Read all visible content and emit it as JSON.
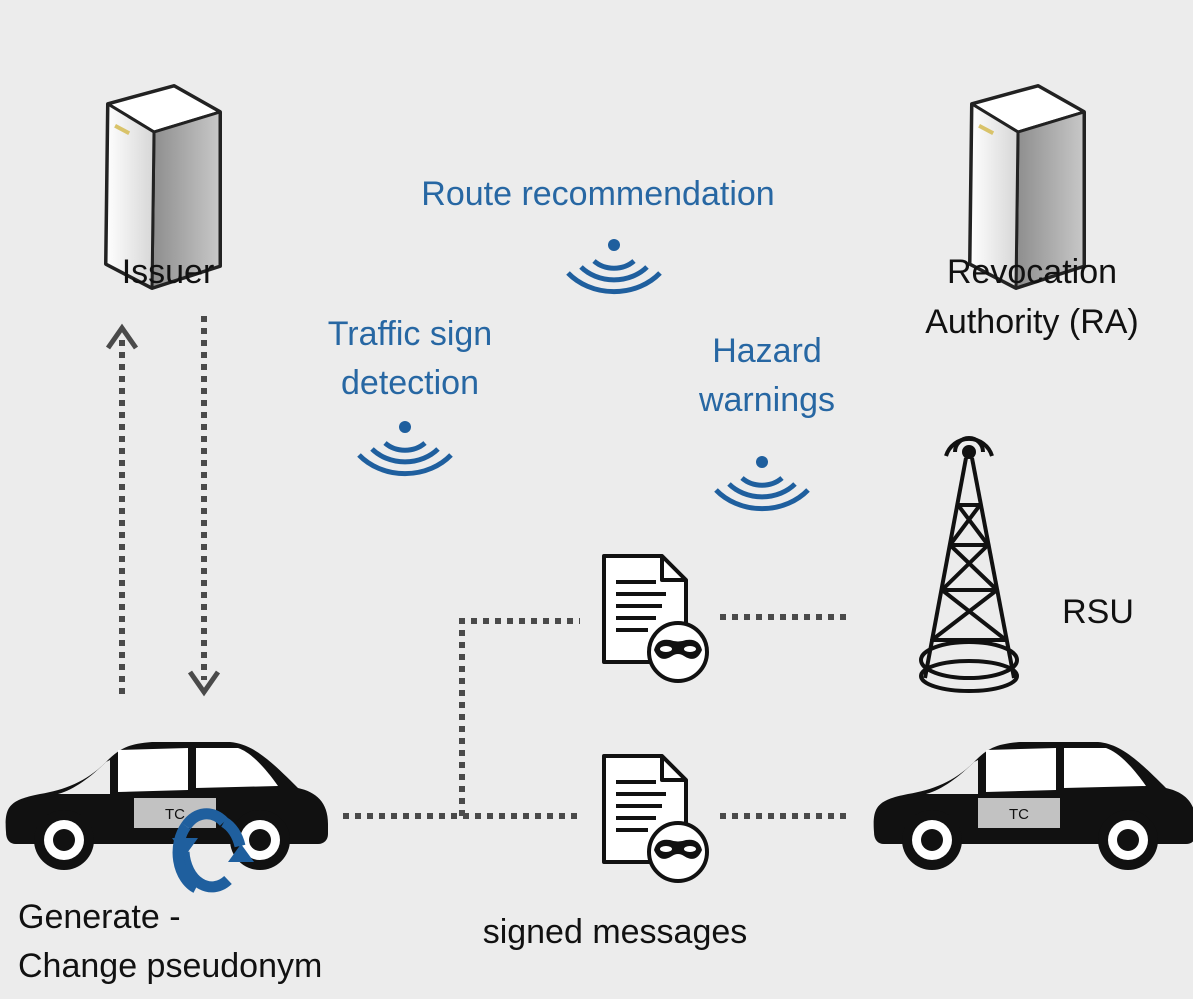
{
  "labels": {
    "issuer": "Issuer",
    "revocation_line1": "Revocation",
    "revocation_line2": "Authority (RA)",
    "route": "Route recommendation",
    "traffic_line1": "Traffic sign",
    "traffic_line2": "detection",
    "hazard_line1": "Hazard",
    "hazard_line2": "warnings",
    "rsu": "RSU",
    "signed_messages": "signed messages",
    "generate_line1": "Generate -",
    "generate_line2": "Change pseudonym",
    "car_tc_left": "TC",
    "car_tc_right": "TC"
  },
  "colors": {
    "background": "#ececec",
    "blue_text": "#2767a3",
    "signal_blue": "#1f5f9e",
    "dots": "#4a4a4a",
    "black": "#111111"
  },
  "icons": [
    "server-icon",
    "wifi-signal-icon",
    "document-icon",
    "mask-icon",
    "cell-tower-icon",
    "car-icon",
    "refresh-cycle-icon"
  ]
}
